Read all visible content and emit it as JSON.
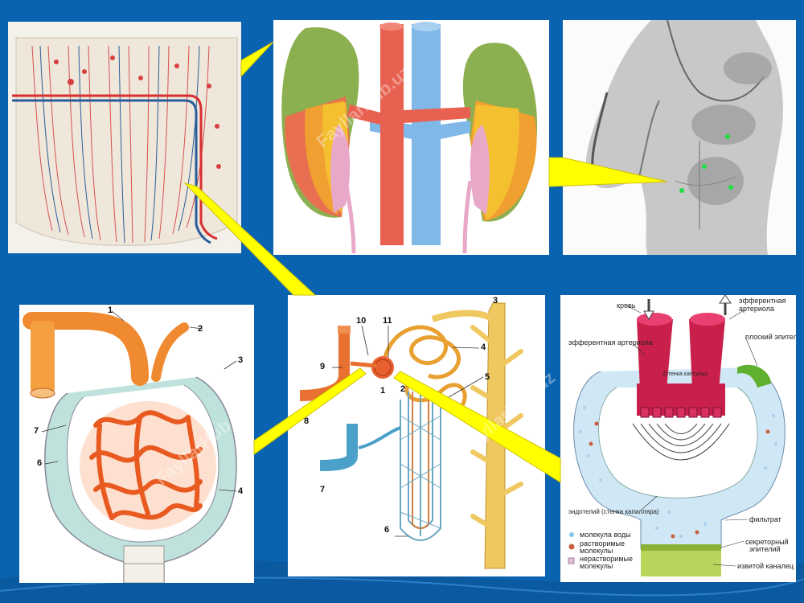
{
  "slide": {
    "background": "#0a63b0",
    "callout_color": "#ffff00",
    "watermark": "FayllarHub.uz"
  },
  "panels": {
    "kidney_section": {
      "icon": "kidney-vessels-section-illustration"
    },
    "kidneys_vessels": {
      "icon": "kidneys-aorta-vena-cava-illustration",
      "colors": {
        "kidney_top": "#8cb050",
        "kidney_mid": "#f0a030",
        "kidney_low": "#e87070",
        "artery": "#e86050",
        "vein": "#80b8e8"
      }
    },
    "torso": {
      "icon": "male-torso-sketch",
      "dot_color": "#22dd44"
    },
    "glomerulus": {
      "icon": "glomerulus-capsule-illustration",
      "labels": [
        "1",
        "2",
        "3",
        "7",
        "6",
        "4"
      ]
    },
    "nephron": {
      "icon": "nephron-blood-supply-illustration",
      "labels": [
        "10",
        "11",
        "3",
        "9",
        "4",
        "2",
        "5",
        "1",
        "8",
        "7",
        "6"
      ]
    },
    "filtration": {
      "icon": "glomerular-filtration-diagram",
      "top_labels": {
        "blood": "кровь",
        "efferent_top": "эфферентная\nартериола"
      },
      "labels": {
        "efferent_left": "эфферентная артериола",
        "flat_epithelium": "плоский эпителий",
        "center": "(стенка капсулы)",
        "endothelium": "эндотелий (стенка капилляра)",
        "filtrate": "фильтрат",
        "secretory": "секреторный\nэпителий",
        "convoluted": "извитой каналец"
      },
      "legend": [
        {
          "symbol": "water",
          "text": "молекула воды"
        },
        {
          "symbol": "dissolved",
          "text": "растворимые\nмолекулы"
        },
        {
          "symbol": "insoluble",
          "text": "нерастворимые\nмолекулы"
        }
      ]
    }
  }
}
